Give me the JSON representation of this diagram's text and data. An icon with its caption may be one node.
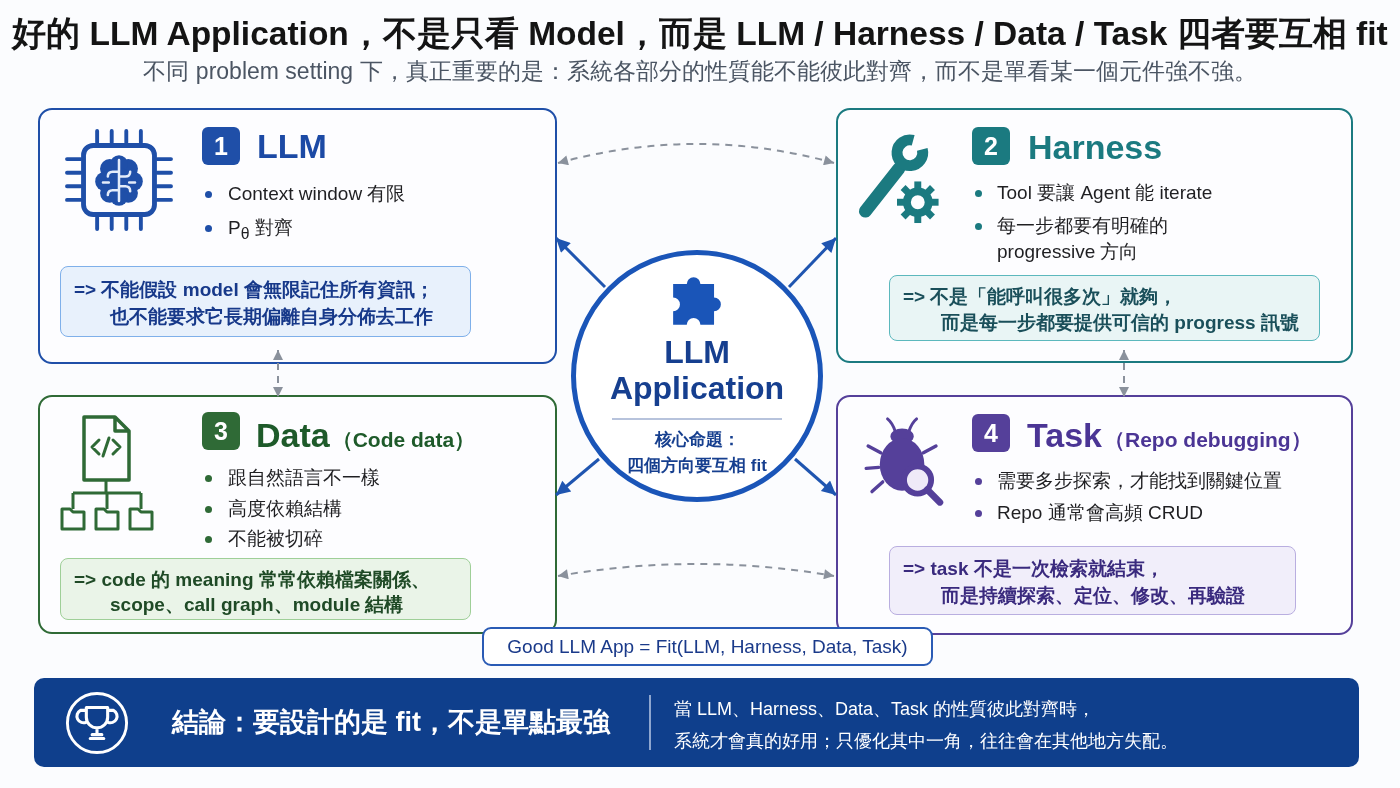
{
  "diagram": {
    "title": "好的 LLM Application，不是只看 Model，而是 LLM / Harness / Data / Task 四者要互相 fit",
    "nodes": [
      {
        "text": [
          "LLM",
          "Context window 有限",
          "P$_{θ}$ 對齊"
        ]
      },
      {
        "text": [
          "1"
        ],
        "in": 0
      },
      {
        "text": [
          "=> 不能假設 model 會無限記住所有資訊；也不能要求它長期偏離自身分佈去工作"
        ],
        "in": 0
      },
      {
        "text": [
          "Harness",
          "Tool 要讓 Agent 能 iterate",
          "每一步都要有明確的 progressive 方向"
        ]
      },
      {
        "text": [
          "2"
        ],
        "in": 3
      },
      {
        "text": [
          "=> 不是「能呼叫很多次」就夠，而是每一步都要提供可信的 progress 訊號"
        ],
        "in": 3
      },
      {
        "text": [
          "LLM Application",
          "核心命題：四個方向要互相 fit"
        ]
      },
      {
        "text": [
          "Data",
          "（Code data）",
          "跟自然語言不一樣",
          "高度依賴結構",
          "不能被切碎"
        ]
      },
      {
        "text": [
          "3"
        ],
        "in": 7
      },
      {
        "text": [
          "=> code 的 meaning 常常依賴檔案關係、scope、call graph、module 結構"
        ],
        "in": 7
      },
      {
        "text": [
          "Task",
          "（Repo debugging）",
          "需要多步探索，才能找到關鍵位置",
          "Repo 通常會高頻 CRUD"
        ]
      },
      {
        "text": [
          "4"
        ],
        "in": 10
      },
      {
        "text": [
          "=> task 不是一次檢索就結束，而是持續探索、定位、修改、再驗證"
        ],
        "in": 10
      },
      {
        "text": [
          "Good LLM App = Fit(LLM, Harness, Data, Task)"
        ]
      },
      {
        "text": [
          "結論：要設計的是 fit，不是單點最強",
          "當 LLM、Harness、Data、Task 的性質彼此對齊時，系統才會真的好用；只優化其中一角，往往會在其他地方失配。"
        ]
      }
    ],
    "edges": [
      {
        "from": 0,
        "to": 3,
        "arrow": "both",
        "style": "dashed",
        "color": "#8a919c"
      },
      {
        "from": 6,
        "to": 0,
        "arrow": "to",
        "color": "#1f55b0"
      },
      {
        "from": 6,
        "to": 3,
        "arrow": "to",
        "color": "#1f55b0"
      },
      {
        "from": 0,
        "to": 7,
        "arrow": "both",
        "style": "dashed",
        "color": "#8a919c"
      },
      {
        "from": 3,
        "to": 10,
        "arrow": "both",
        "style": "dashed",
        "color": "#8a919c"
      },
      {
        "from": 6,
        "to": 7,
        "arrow": "to",
        "color": "#1f55b0"
      },
      {
        "from": 6,
        "to": 10,
        "arrow": "to",
        "color": "#1f55b0"
      },
      {
        "from": 7,
        "to": 10,
        "arrow": "both",
        "style": "dashed",
        "color": "#8a919c"
      }
    ],
    "labels": [
      "不同 problem setting 下，真正重要的是：系統各部分的性質能不能彼此對齊，而不是單看某一個元件強不強。"
    ]
  }
}
